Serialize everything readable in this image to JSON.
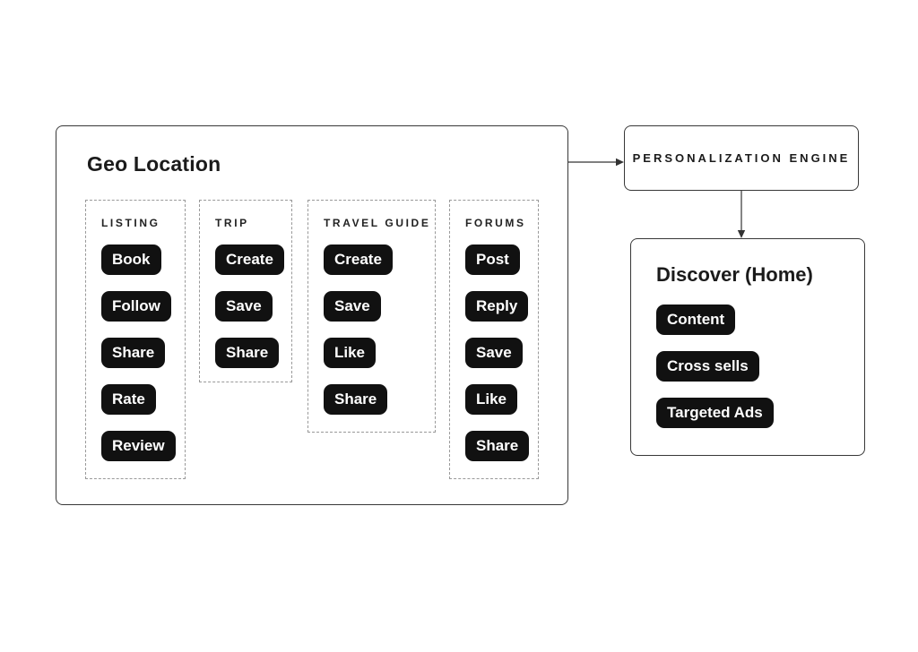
{
  "geo_location": {
    "title": "Geo Location",
    "groups": [
      {
        "label": "LISTING",
        "actions": [
          "Book",
          "Follow",
          "Share",
          "Rate",
          "Review"
        ]
      },
      {
        "label": "TRIP",
        "actions": [
          "Create",
          "Save",
          "Share"
        ]
      },
      {
        "label": "TRAVEL GUIDE",
        "actions": [
          "Create",
          "Save",
          "Like",
          "Share"
        ]
      },
      {
        "label": "FORUMS",
        "actions": [
          "Post",
          "Reply",
          "Save",
          "Like",
          "Share"
        ]
      }
    ]
  },
  "personalization_engine": {
    "label": "PERSONALIZATION ENGINE"
  },
  "discover": {
    "title": "Discover (Home)",
    "items": [
      "Content",
      "Cross sells",
      "Targeted Ads"
    ]
  },
  "connectors": [
    {
      "name": "geo-to-engine",
      "direction": "right"
    },
    {
      "name": "engine-to-discover",
      "direction": "down"
    }
  ],
  "colors": {
    "background": "#ffffff",
    "pill_bg": "#111111",
    "pill_text": "#ffffff",
    "box_border": "#383838",
    "dashed_border": "#999999",
    "text": "#1b1b1b"
  }
}
